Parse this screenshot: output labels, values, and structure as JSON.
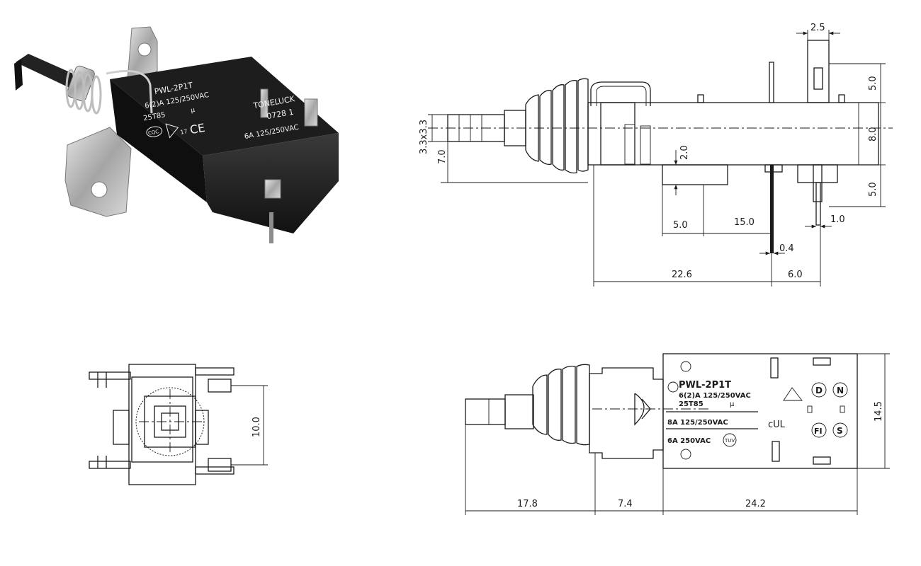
{
  "photo": {
    "model": "PWL-2P1T",
    "rating_1": "6(2)A 125/250VAC",
    "rating_2": "25T85",
    "mu": "μ",
    "cqc": "CQC",
    "cert_17": "17",
    "ce": "CE",
    "brand": "TONELUCK",
    "code": "0728 1",
    "rating_3": "6A 125/250VAC"
  },
  "side_view": {
    "dims": {
      "d_2_5": "2.5",
      "d_5_0_top": "5.0",
      "d_8_0": "8.0",
      "d_5_0_bottom": "5.0",
      "d_3_3x3_3": "3.3x3.3",
      "d_7_0": "7.0",
      "d_2_0": "2.0",
      "d_5_0_h": "5.0",
      "d_15_0": "15.0",
      "d_1_0": "1.0",
      "d_0_4": "0.4",
      "d_22_6": "22.6",
      "d_6_0": "6.0"
    }
  },
  "end_view": {
    "dims": {
      "d_10_0": "10.0"
    }
  },
  "top_view": {
    "label": {
      "model": "PWL-2P1T",
      "rating_1": "6(2)A 125/250VAC",
      "rating_2": "25T85",
      "mu": "μ",
      "rating_3": "8A 125/250VAC",
      "rating_4": "6A 250VAC",
      "tuv": "TUV",
      "ul": "cUL",
      "d": "D",
      "n": "N",
      "fi": "FI",
      "s": "S"
    },
    "dims": {
      "d_17_8": "17.8",
      "d_7_4": "7.4",
      "d_24_2": "24.2",
      "d_14_5": "14.5"
    }
  }
}
